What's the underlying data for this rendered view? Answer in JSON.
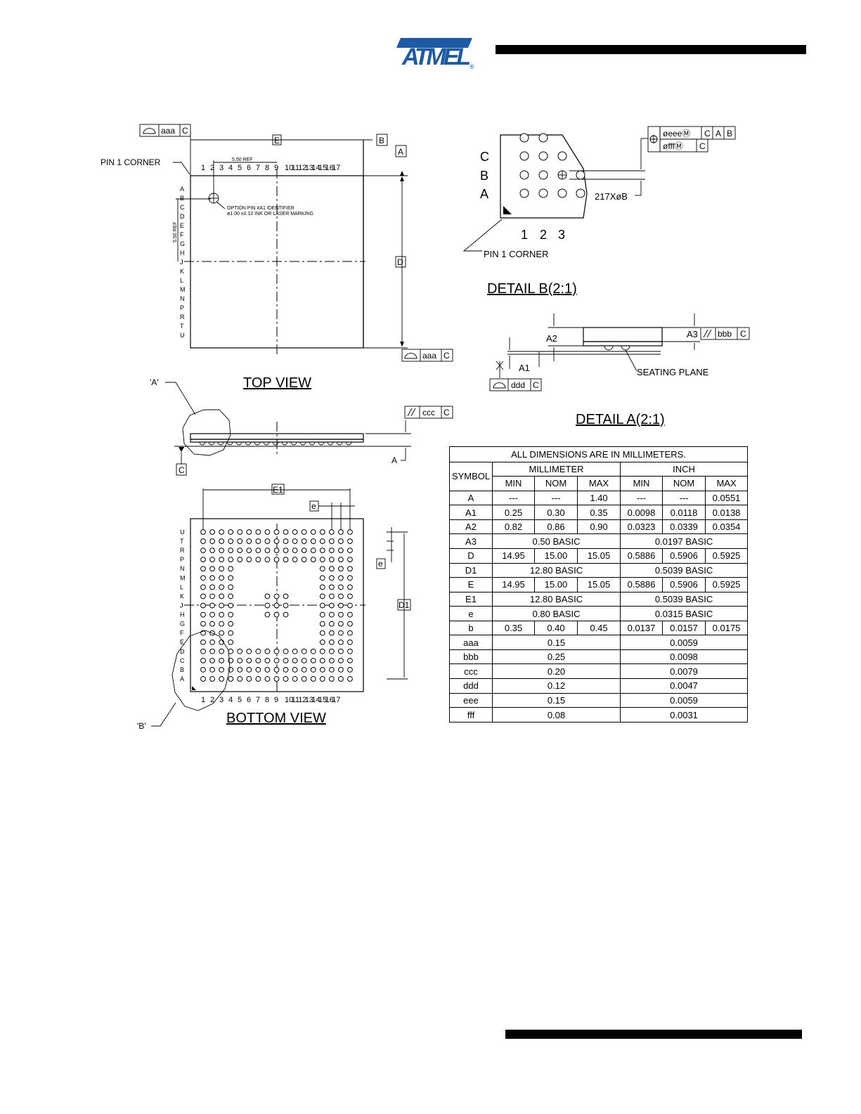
{
  "header": {
    "logo_text": "ATMEL",
    "registered_mark": "®"
  },
  "top_view": {
    "title": "TOP VIEW",
    "pin1_label": "PIN 1 CORNER",
    "dim_E": "E",
    "datum_A": "A",
    "datum_B": "B",
    "dim_D": "D",
    "ref_h": "5.50 REF",
    "ref_v": "5.50 REF",
    "flat_tol": [
      "aaa",
      "C"
    ],
    "col_labels": [
      "1",
      "2",
      "3",
      "4",
      "5",
      "6",
      "7",
      "8",
      "9",
      "10",
      "11",
      "12",
      "13",
      "14",
      "15",
      "16",
      "17"
    ],
    "row_labels": [
      "A",
      "B",
      "C",
      "D",
      "E",
      "F",
      "G",
      "H",
      "J",
      "K",
      "L",
      "M",
      "N",
      "P",
      "R",
      "T",
      "U"
    ],
    "pin_note_1": "OPTION PIN #A1 IDENTIFIER",
    "pin_note_2": "ø1.00 ±0.10 INK OR LASER MARKING"
  },
  "side_view": {
    "detail_a_ref": "'A'",
    "datum_C": "C",
    "dim_A": "A",
    "parallel_tol": [
      "ccc",
      "C"
    ]
  },
  "bottom_view": {
    "title": "BOTTOM VIEW",
    "detail_b_ref": "'B'",
    "dim_E1": "E1",
    "dim_D1": "D1",
    "dim_e": "e",
    "row_labels": [
      "U",
      "T",
      "R",
      "P",
      "N",
      "M",
      "L",
      "K",
      "J",
      "H",
      "G",
      "F",
      "E",
      "D",
      "C",
      "B",
      "A"
    ],
    "col_labels": [
      "1",
      "2",
      "3",
      "4",
      "5",
      "6",
      "7",
      "8",
      "9",
      "10",
      "11",
      "12",
      "13",
      "14",
      "15",
      "16",
      "17"
    ]
  },
  "detail_b": {
    "title": "DETAIL B(2:1)",
    "rows": [
      "C",
      "B",
      "A"
    ],
    "cols": [
      "1",
      "2",
      "3"
    ],
    "ball_note": "217XøB",
    "pin1_label": "PIN 1 CORNER",
    "position_tol_1": [
      "øeeeⓂ",
      "C",
      "A",
      "B"
    ],
    "position_tol_2": [
      "øfffⓂ",
      "C"
    ]
  },
  "detail_a": {
    "title": "DETAIL A(2:1)",
    "dim_A2": "A2",
    "dim_A1": "A1",
    "dim_A3": "A3",
    "parallel_tol": [
      "bbb",
      "C"
    ],
    "seating_plane": "SEATING PLANE",
    "flat_tol": [
      "ddd",
      "C"
    ]
  },
  "dimensions_table": {
    "caption": "ALL DIMENSIONS ARE IN MILLIMETERS.",
    "symbol_header": "SYMBOL",
    "mm_header": "MILLIMETER",
    "inch_header": "INCH",
    "sub_headers": [
      "MIN",
      "NOM",
      "MAX",
      "MIN",
      "NOM",
      "MAX"
    ],
    "rows": [
      {
        "symbol": "A",
        "cells": [
          "---",
          "---",
          "1.40",
          "---",
          "---",
          "0.0551"
        ]
      },
      {
        "symbol": "A1",
        "cells": [
          "0.25",
          "0.30",
          "0.35",
          "0.0098",
          "0.0118",
          "0.0138"
        ]
      },
      {
        "symbol": "A2",
        "cells": [
          "0.82",
          "0.86",
          "0.90",
          "0.0323",
          "0.0339",
          "0.0354"
        ]
      },
      {
        "symbol": "A3",
        "mm": "0.50  BASIC",
        "inch": "0.0197  BASIC"
      },
      {
        "symbol": "D",
        "cells": [
          "14.95",
          "15.00",
          "15.05",
          "0.5886",
          "0.5906",
          "0.5925"
        ]
      },
      {
        "symbol": "D1",
        "mm": "12.80  BASIC",
        "inch": "0.5039  BASIC"
      },
      {
        "symbol": "E",
        "cells": [
          "14.95",
          "15.00",
          "15.05",
          "0.5886",
          "0.5906",
          "0.5925"
        ]
      },
      {
        "symbol": "E1",
        "mm": "12.80  BASIC",
        "inch": "0.5039  BASIC"
      },
      {
        "symbol": "e",
        "mm": "0.80  BASIC",
        "inch": "0.0315  BASIC"
      },
      {
        "symbol": "b",
        "cells": [
          "0.35",
          "0.40",
          "0.45",
          "0.0137",
          "0.0157",
          "0.0175"
        ]
      },
      {
        "symbol": "aaa",
        "mm": "0.15",
        "inch": "0.0059"
      },
      {
        "symbol": "bbb",
        "mm": "0.25",
        "inch": "0.0098"
      },
      {
        "symbol": "ccc",
        "mm": "0.20",
        "inch": "0.0079"
      },
      {
        "symbol": "ddd",
        "mm": "0.12",
        "inch": "0.0047"
      },
      {
        "symbol": "eee",
        "mm": "0.15",
        "inch": "0.0059"
      },
      {
        "symbol": "fff",
        "mm": "0.08",
        "inch": "0.0031"
      }
    ]
  },
  "colors": {
    "logo_blue": "#1c5aa5",
    "ink": "#000000"
  }
}
